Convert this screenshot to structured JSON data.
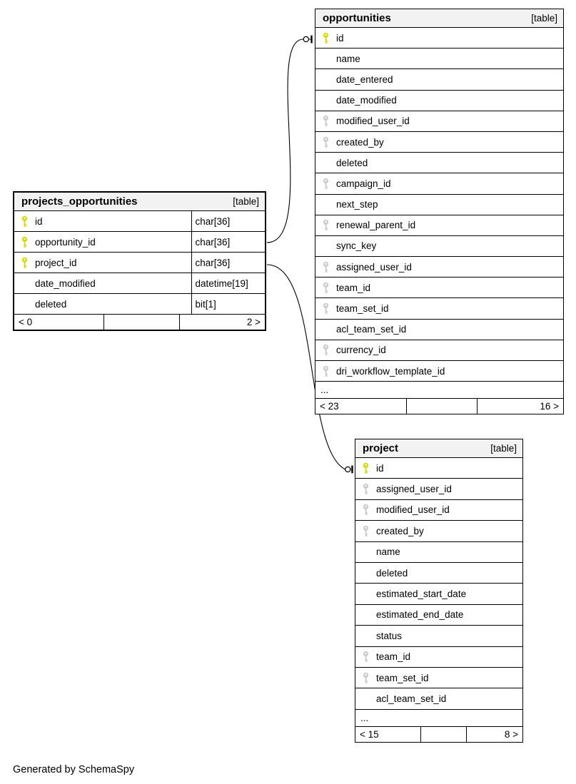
{
  "page": {
    "credit": "Generated by SchemaSpy"
  },
  "colors": {
    "header_bg": "#f2f2f2",
    "row_bg": "#ffffff",
    "border": "#000000",
    "primary_key": "#d6da00",
    "foreign_key": "#cbcbcb"
  },
  "tables": [
    {
      "title": "opportunities",
      "badge": "[table]",
      "emphasized": false,
      "show_types": false,
      "columns": [
        {
          "key": "primary",
          "name": "id"
        },
        {
          "key": "",
          "name": "name"
        },
        {
          "key": "",
          "name": "date_entered"
        },
        {
          "key": "",
          "name": "date_modified"
        },
        {
          "key": "foreign",
          "name": "modified_user_id"
        },
        {
          "key": "foreign",
          "name": "created_by"
        },
        {
          "key": "",
          "name": "deleted"
        },
        {
          "key": "foreign",
          "name": "campaign_id"
        },
        {
          "key": "",
          "name": "next_step"
        },
        {
          "key": "foreign",
          "name": "renewal_parent_id"
        },
        {
          "key": "",
          "name": "sync_key"
        },
        {
          "key": "foreign",
          "name": "assigned_user_id"
        },
        {
          "key": "foreign",
          "name": "team_id"
        },
        {
          "key": "foreign",
          "name": "team_set_id"
        },
        {
          "key": "",
          "name": "acl_team_set_id"
        },
        {
          "key": "foreign",
          "name": "currency_id"
        },
        {
          "key": "foreign",
          "name": "dri_workflow_template_id"
        }
      ],
      "ellipsis": "...",
      "footer": {
        "left": "< 23",
        "middle": "",
        "right": "16 >"
      }
    },
    {
      "title": "projects_opportunities",
      "badge": "[table]",
      "emphasized": true,
      "show_types": true,
      "columns": [
        {
          "key": "primary",
          "name": "id",
          "type": "char[36]"
        },
        {
          "key": "primary",
          "name": "opportunity_id",
          "type": "char[36]"
        },
        {
          "key": "primary",
          "name": "project_id",
          "type": "char[36]"
        },
        {
          "key": "",
          "name": "date_modified",
          "type": "datetime[19]"
        },
        {
          "key": "",
          "name": "deleted",
          "type": "bit[1]"
        }
      ],
      "ellipsis": null,
      "footer": {
        "left": "< 0",
        "middle": "",
        "right": "2 >"
      }
    },
    {
      "title": "project",
      "badge": "[table]",
      "emphasized": false,
      "show_types": false,
      "columns": [
        {
          "key": "primary",
          "name": "id"
        },
        {
          "key": "foreign",
          "name": "assigned_user_id"
        },
        {
          "key": "foreign",
          "name": "modified_user_id"
        },
        {
          "key": "foreign",
          "name": "created_by"
        },
        {
          "key": "",
          "name": "name"
        },
        {
          "key": "",
          "name": "deleted"
        },
        {
          "key": "",
          "name": "estimated_start_date"
        },
        {
          "key": "",
          "name": "estimated_end_date"
        },
        {
          "key": "",
          "name": "status"
        },
        {
          "key": "foreign",
          "name": "team_id"
        },
        {
          "key": "foreign",
          "name": "team_set_id"
        },
        {
          "key": "",
          "name": "acl_team_set_id"
        }
      ],
      "ellipsis": "...",
      "footer": {
        "left": "< 15",
        "middle": "",
        "right": "8 >"
      }
    }
  ],
  "relationships": [
    {
      "from": "projects_opportunities.opportunity_id",
      "to": "opportunities.id"
    },
    {
      "from": "projects_opportunities.project_id",
      "to": "project.id"
    }
  ]
}
